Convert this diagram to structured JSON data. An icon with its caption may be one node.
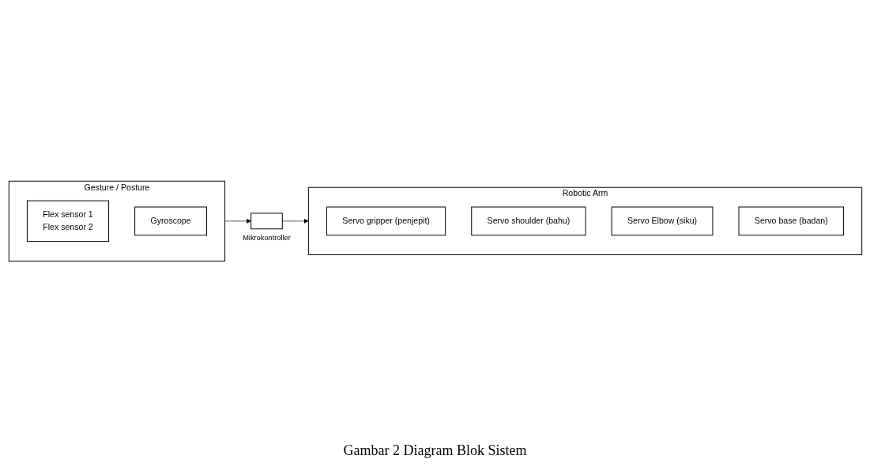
{
  "diagram": {
    "caption": "Gambar 2 Diagram Blok Sistem",
    "nodes": [
      {
        "text": [
          "Gesture / Posture"
        ]
      },
      {
        "text": [
          "Flex sensor 1",
          "Flex sensor 2"
        ],
        "in": 0
      },
      {
        "text": [
          "Gyroscope"
        ],
        "in": 0
      },
      {
        "text": [],
        "shape": "box",
        "beside": [
          "Mikrokontroller"
        ]
      },
      {
        "text": [
          "Robotic Arm"
        ]
      },
      {
        "text": [
          "Servo gripper (penjepit)"
        ],
        "in": 4
      },
      {
        "text": [
          "Servo shoulder (bahu)"
        ],
        "in": 4
      },
      {
        "text": [
          "Servo Elbow (siku)"
        ],
        "in": 4
      },
      {
        "text": [
          "Servo base (badan)"
        ],
        "in": 4
      }
    ],
    "edges": [
      {
        "from": 0,
        "to": 3,
        "arrow": "to"
      },
      {
        "from": 3,
        "to": 4,
        "arrow": "to"
      }
    ]
  }
}
